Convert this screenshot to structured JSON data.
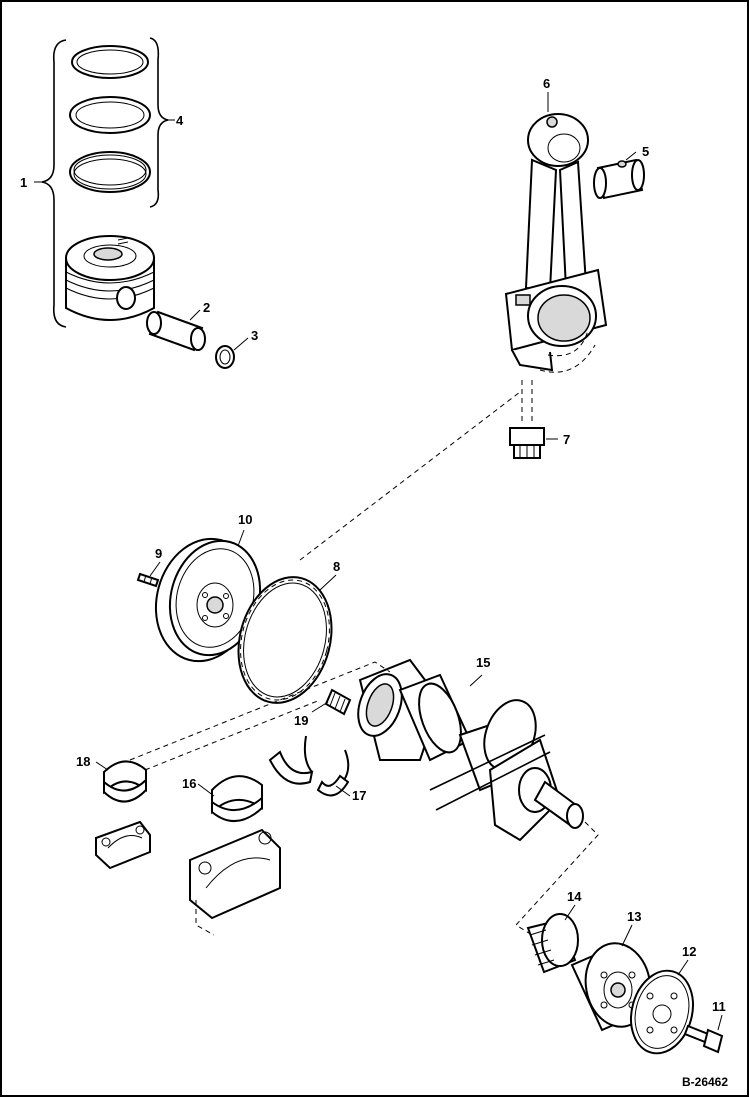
{
  "diagram_code": "B-26462",
  "callouts": [
    {
      "id": "c1",
      "text": "1"
    },
    {
      "id": "c2",
      "text": "2"
    },
    {
      "id": "c3",
      "text": "3"
    },
    {
      "id": "c4",
      "text": "4"
    },
    {
      "id": "c5",
      "text": "5"
    },
    {
      "id": "c6",
      "text": "6"
    },
    {
      "id": "c7",
      "text": "7"
    },
    {
      "id": "c8",
      "text": "8"
    },
    {
      "id": "c9",
      "text": "9"
    },
    {
      "id": "c10",
      "text": "10"
    },
    {
      "id": "c11",
      "text": "11"
    },
    {
      "id": "c12",
      "text": "12"
    },
    {
      "id": "c13",
      "text": "13"
    },
    {
      "id": "c14",
      "text": "14"
    },
    {
      "id": "c15",
      "text": "15"
    },
    {
      "id": "c16",
      "text": "16"
    },
    {
      "id": "c17",
      "text": "17"
    },
    {
      "id": "c18",
      "text": "18"
    },
    {
      "id": "c19",
      "text": "19"
    }
  ]
}
